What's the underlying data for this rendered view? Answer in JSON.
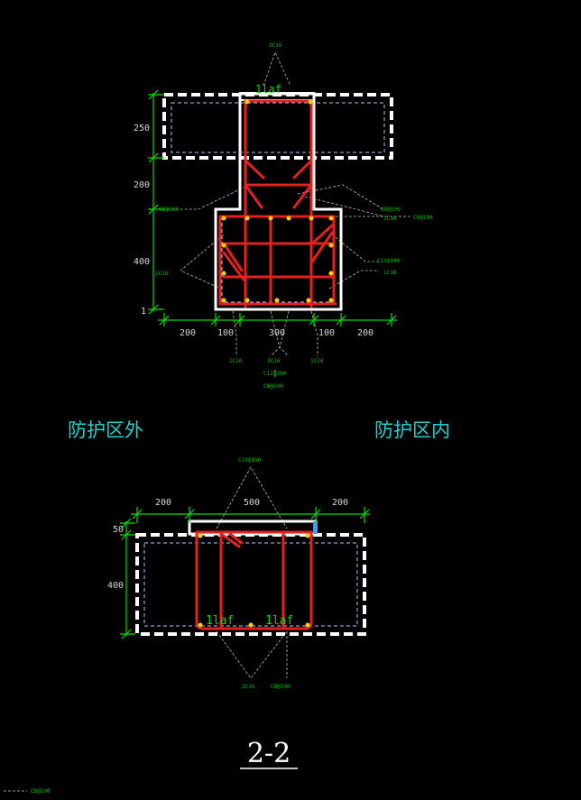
{
  "top_section": {
    "dims_left": [
      "250",
      "200",
      "400",
      "1"
    ],
    "dims_bottom": [
      "200",
      "100",
      "300",
      "100",
      "200"
    ],
    "notes": {
      "top_bar": "2C16",
      "top_mark": "1laf",
      "right_a": "C8@100",
      "right_b": "1C16",
      "right_c": "C8@100",
      "right_d": "C10@100",
      "right_e": "1C16",
      "left_a": "C8@100",
      "left_b": "1C16",
      "bottom_a": "1C16",
      "bottom_b": "2C16",
      "bottom_c": "C12@200",
      "bottom_d": "C8@100",
      "bottom_e": "1C16"
    }
  },
  "labels": {
    "outside": "防护区外",
    "inside": "防护区内"
  },
  "lower_section": {
    "dims_top": [
      "200",
      "500",
      "200"
    ],
    "dims_left": [
      "50",
      "400"
    ],
    "notes": {
      "top": "C10@150",
      "mark_left": "1laf",
      "mark_right": "1laf",
      "bottom_a": "2C16",
      "bottom_b": "C8@100"
    }
  },
  "section_title": "2-2",
  "corner_note": "C8@100",
  "colors": {
    "background": "#000000",
    "dimension": "#00e000",
    "rebar": "#e52020",
    "concrete": "#ffffff",
    "inner_dash": "#a8c8ff",
    "leader": "#bfbfbf",
    "label": "#20d0d0",
    "highlight": "#3aa0ff"
  }
}
